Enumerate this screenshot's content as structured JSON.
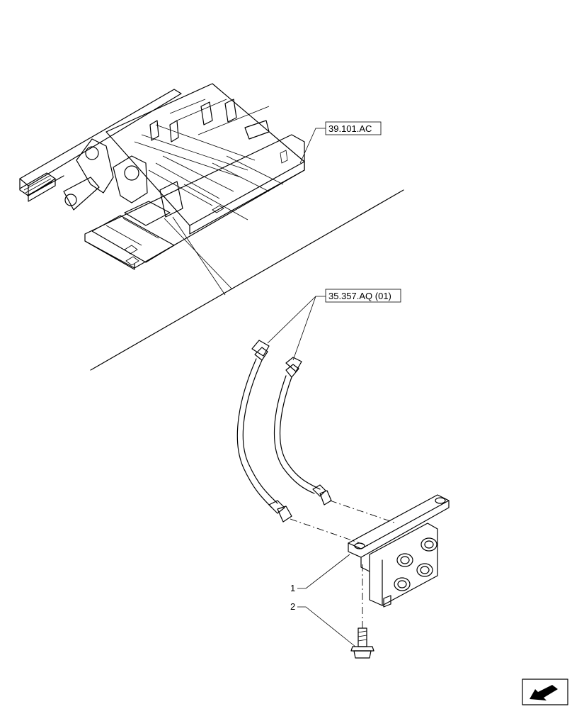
{
  "references": {
    "frame_ref": "39.101.AC",
    "hose_ref": "35.357.AQ (01)"
  },
  "callouts": {
    "item1": "1",
    "item2": "2"
  },
  "icons": {
    "frame": "excavator-undercarriage-frame-icon",
    "hoses": "hydraulic-hose-icon",
    "block": "valve-block-icon",
    "bolt": "flange-bolt-icon",
    "nav": "next-page-arrow-icon"
  },
  "colors": {
    "line": "#000000",
    "background": "#ffffff"
  }
}
